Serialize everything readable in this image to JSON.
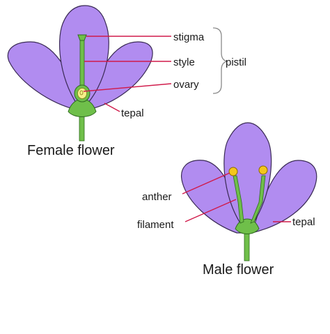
{
  "female_flower": {
    "caption": "Female flower",
    "labels": {
      "stigma": "stigma",
      "style": "style",
      "ovary": "ovary",
      "pistil": "pistil",
      "tepal": "tepal"
    }
  },
  "male_flower": {
    "caption": "Male flower",
    "labels": {
      "anther": "anther",
      "filament": "filament",
      "tepal": "tepal"
    }
  },
  "colors": {
    "petal_fill": "#b18cf0",
    "petal_stroke": "#3a2a55",
    "stem_green": "#6fbf4a",
    "stem_stroke": "#2f6b1f",
    "pointer_line": "#d01a4a",
    "ovary_yellow": "#f5f08a",
    "anther_yellow": "#f4c61c",
    "bracket": "#888888"
  }
}
